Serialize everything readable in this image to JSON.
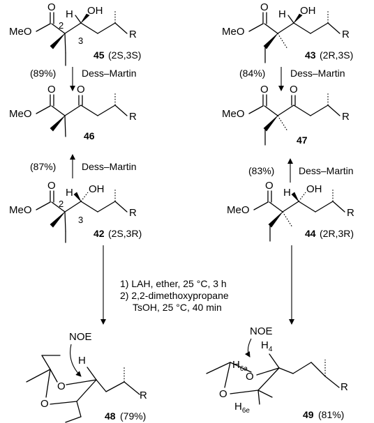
{
  "scheme": {
    "cpd45": {
      "label": "45",
      "config": "(2S,3S)",
      "atoms": {
        "meo": "MeO",
        "o": "O",
        "oh": "OH",
        "h": "H",
        "r": "R",
        "c2": "2",
        "c3": "3"
      }
    },
    "cpd43": {
      "label": "43",
      "config": "(2R,3S)",
      "atoms": {
        "meo": "MeO",
        "o": "O",
        "oh": "OH",
        "h": "H",
        "r": "R"
      }
    },
    "cpd46": {
      "label": "46",
      "atoms": {
        "meo": "MeO",
        "o1": "O",
        "o2": "O",
        "r": "R"
      }
    },
    "cpd47": {
      "label": "47",
      "atoms": {
        "meo": "MeO",
        "o1": "O",
        "o2": "O",
        "r": "R"
      }
    },
    "cpd42": {
      "label": "42",
      "config": "(2S,3R)",
      "atoms": {
        "meo": "MeO",
        "o": "O",
        "oh": "OH",
        "h": "H",
        "r": "R",
        "c2": "2",
        "c3": "3"
      }
    },
    "cpd44": {
      "label": "44",
      "config": "(2R,3R)",
      "atoms": {
        "meo": "MeO",
        "o": "O",
        "oh": "OH",
        "h": "H",
        "r": "R"
      }
    },
    "cpd48": {
      "label": "48",
      "yield": "(79%)",
      "atoms": {
        "o1": "O",
        "o2": "O",
        "h": "H",
        "noe": "NOE",
        "r": "R"
      }
    },
    "cpd49": {
      "label": "49",
      "yield": "(81%)",
      "atoms": {
        "o1": "O",
        "o2": "O",
        "h6a": "H",
        "h6a_sub": "6a",
        "h4": "H",
        "h4_sub": "4",
        "h6e": "H",
        "h6e_sub": "6e",
        "noe": "NOE",
        "r": "R"
      }
    },
    "arrows": {
      "a45_46": {
        "reagent": "Dess–Martin",
        "yield": "(89%)"
      },
      "a43_47": {
        "reagent": "Dess–Martin",
        "yield": "(84%)"
      },
      "a42_46": {
        "reagent": "Dess–Martin",
        "yield": "(87%)"
      },
      "a44_47": {
        "reagent": "Dess–Martin",
        "yield": "(83%)"
      }
    },
    "conditions": {
      "line1": "1) LAH, ether, 25 °C, 3 h",
      "line2": "2) 2,2-dimethoxypropane",
      "line3": "TsOH, 25 °C, 40 min"
    }
  }
}
